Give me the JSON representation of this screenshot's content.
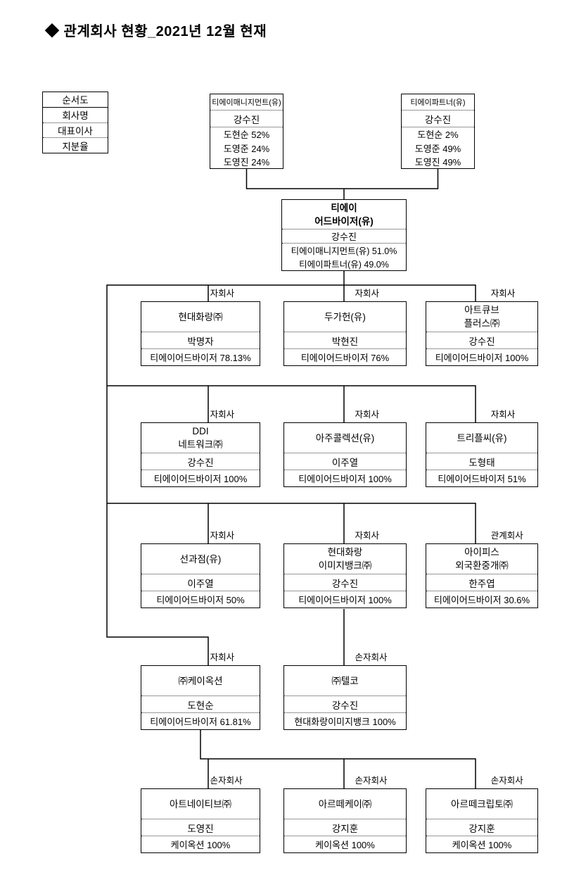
{
  "title": "◆ 관계회사 현황_2021년 12월 현재",
  "legend": {
    "rows": [
      "순서도",
      "회사명",
      "대표이사",
      "지분율"
    ]
  },
  "holding_companies": [
    {
      "name": "티에이매니지먼트(유)",
      "ceo": "강수진",
      "shareholders": [
        "도현순 52%",
        "도영준 24%",
        "도영진 24%"
      ]
    },
    {
      "name": "티에이파트너(유)",
      "ceo": "강수진",
      "shareholders": [
        "도현순 2%",
        "도영준 49%",
        "도영진 49%"
      ]
    }
  ],
  "root": {
    "name": "티에이\n어드바이저(유)",
    "ceo": "강수진",
    "shareholders": [
      "티에이매니지먼트(유) 51.0%",
      "티에이파트너(유) 49.0%"
    ]
  },
  "subsidiary_rows": [
    {
      "cells": [
        {
          "tag": "자회사",
          "name": "현대화랑㈜",
          "ceo": "박명자",
          "ownership": "티에이어드바이저 78.13%"
        },
        {
          "tag": "자회사",
          "name": "두가헌(유)",
          "ceo": "박현진",
          "ownership": "티에이어드바이저 76%"
        },
        {
          "tag": "자회사",
          "name": "아트큐브\n플러스㈜",
          "ceo": "강수진",
          "ownership": "티에이어드바이저 100%"
        }
      ]
    },
    {
      "cells": [
        {
          "tag": "자회사",
          "name": "DDI\n네트워크㈜",
          "ceo": "강수진",
          "ownership": "티에이어드바이저 100%"
        },
        {
          "tag": "자회사",
          "name": "아주콜렉션(유)",
          "ceo": "이주열",
          "ownership": "티에이어드바이저 100%"
        },
        {
          "tag": "자회사",
          "name": "트리플씨(유)",
          "ceo": "도형태",
          "ownership": "티에이어드바이저 51%"
        }
      ]
    },
    {
      "cells": [
        {
          "tag": "자회사",
          "name": "선과점(유)",
          "ceo": "이주열",
          "ownership": "티에이어드바이저 50%"
        },
        {
          "tag": "자회사",
          "name": "현대화랑\n이미지뱅크㈜",
          "ceo": "강수진",
          "ownership": "티에이어드바이저 100%"
        },
        {
          "tag": "관계회사",
          "name": "아이피스\n외국환중개㈜",
          "ceo": "한주엽",
          "ownership": "티에이어드바이저 30.6%"
        }
      ]
    },
    {
      "cells": [
        {
          "tag": "자회사",
          "name": "㈜케이옥션",
          "ceo": "도현순",
          "ownership": "티에이어드바이저 61.81%"
        },
        {
          "tag": "손자회사",
          "name": "㈜텔코",
          "ceo": "강수진",
          "ownership": "현대화랑이미지뱅크 100%"
        }
      ]
    },
    {
      "cells": [
        {
          "tag": "손자회사",
          "name": "아트네이티브㈜",
          "ceo": "도영진",
          "ownership": "케이옥션 100%"
        },
        {
          "tag": "손자회사",
          "name": "아르떼케이㈜",
          "ceo": "강지훈",
          "ownership": "케이옥션 100%"
        },
        {
          "tag": "손자회사",
          "name": "아르떼크립토㈜",
          "ceo": "강지훈",
          "ownership": "케이옥션 100%"
        }
      ]
    }
  ]
}
